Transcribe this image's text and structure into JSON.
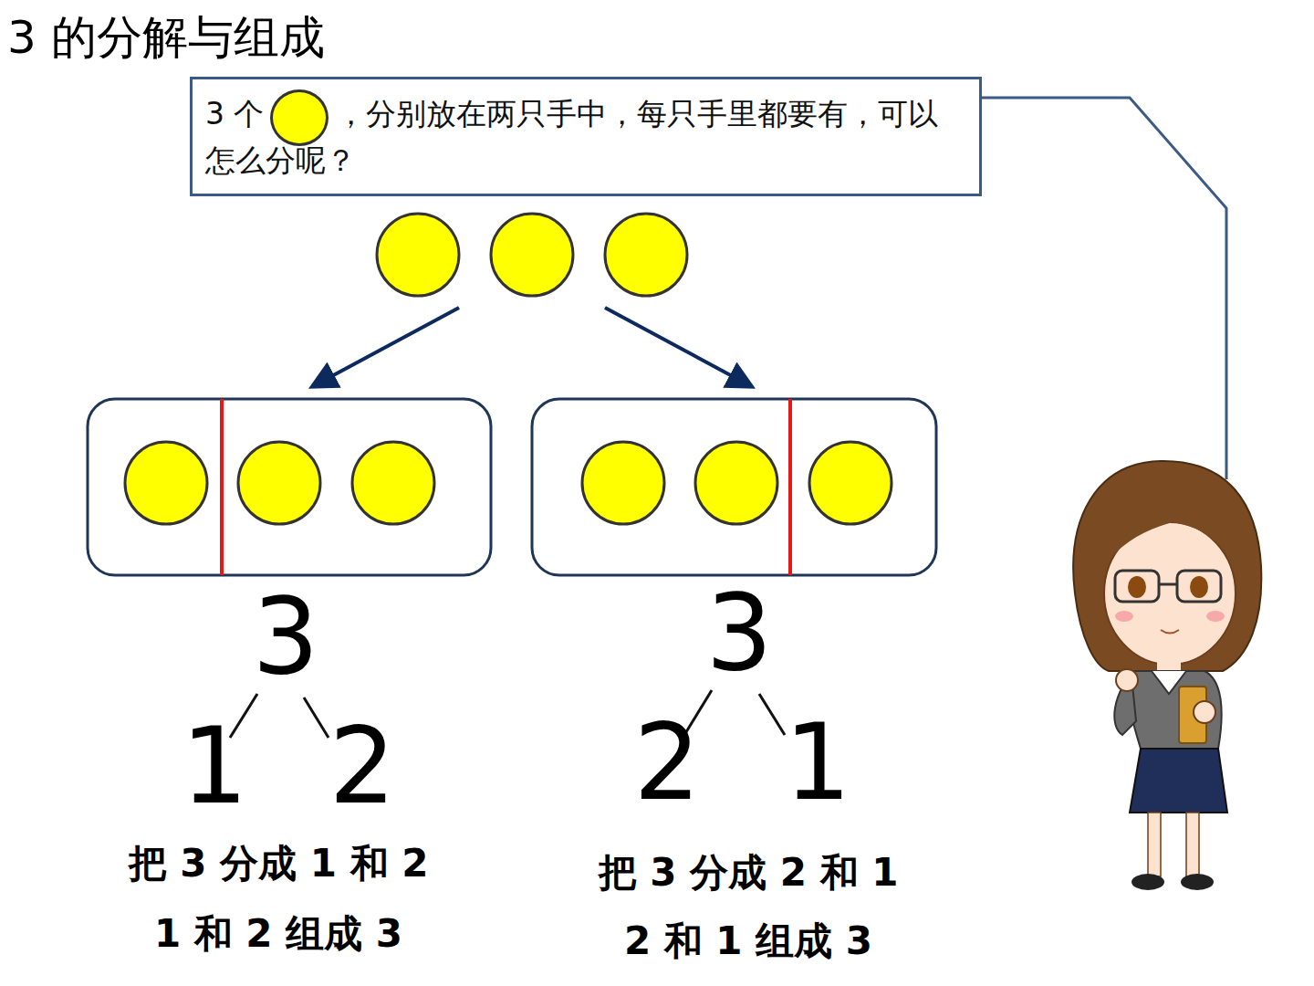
{
  "diagram": {
    "title": "3 的分解与组成",
    "nodes": [
      {
        "text": [
          "3 个",
          "，分别放在两只手中，每只手里都要有，可以怎么分呢？"
        ]
      }
    ],
    "labels": [
      "3",
      "1",
      "2",
      "把 3 分成 1 和 2",
      "1 和 2 组成 3",
      "3",
      "2",
      "1",
      "把 3 分成 2 和 1",
      "2 和 1 组成 3"
    ]
  }
}
